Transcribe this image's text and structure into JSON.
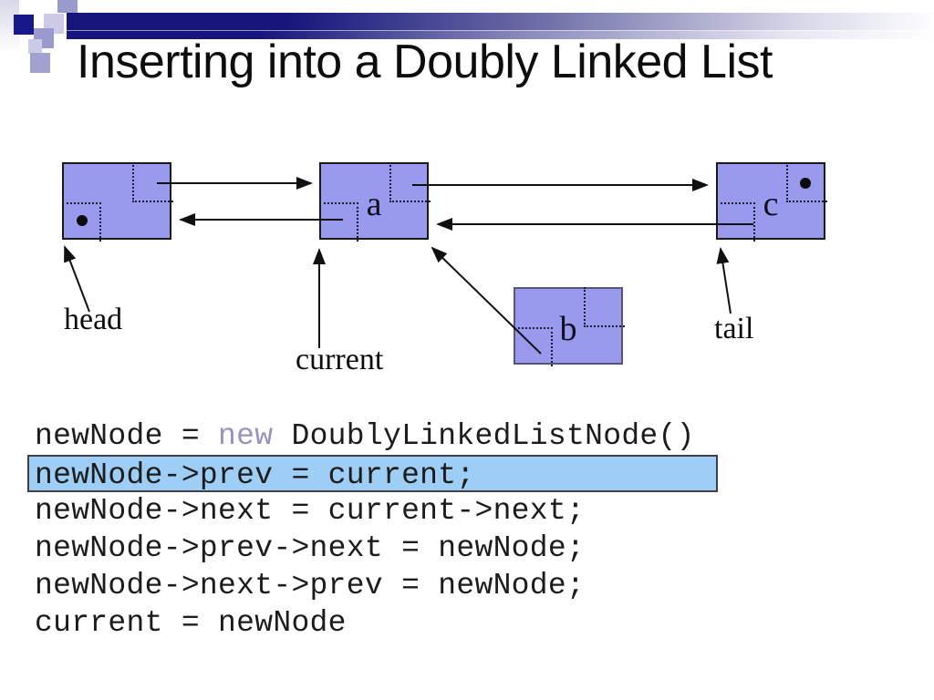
{
  "slide_title": "Inserting into a Doubly Linked List",
  "colors": {
    "accent-navy": "#15157c",
    "node-fill": "#9999ee",
    "node-border": "#1a1a1a",
    "node-b-border": "#55557d",
    "dotted-line": "#1a1a33",
    "highlight-fill": "#9ecdf6",
    "highlight-border": "#3f3f48",
    "code-text": "#1c1c1c",
    "keyword": "#9494bf"
  },
  "diagram": {
    "nodes": {
      "a": {
        "label": "a"
      },
      "b": {
        "label": "b"
      },
      "c": {
        "label": "c"
      }
    },
    "pointer_labels": {
      "head": "head",
      "current": "current",
      "tail": "tail"
    }
  },
  "code": {
    "lines": [
      {
        "highlight": false,
        "segments": [
          {
            "t": "newNode = "
          },
          {
            "t": "new",
            "c": "keyword"
          },
          {
            "t": " DoublyLinkedListNode()"
          }
        ]
      },
      {
        "highlight": true,
        "segments": [
          {
            "t": "newNode->prev = current;"
          }
        ]
      },
      {
        "highlight": false,
        "segments": [
          {
            "t": "newNode->next = current->next;"
          }
        ]
      },
      {
        "highlight": false,
        "segments": [
          {
            "t": "newNode->prev->next = newNode;"
          }
        ]
      },
      {
        "highlight": false,
        "segments": [
          {
            "t": "newNode->next->prev = newNode;"
          }
        ]
      },
      {
        "highlight": false,
        "segments": [
          {
            "t": "current = newNode"
          }
        ]
      }
    ]
  }
}
